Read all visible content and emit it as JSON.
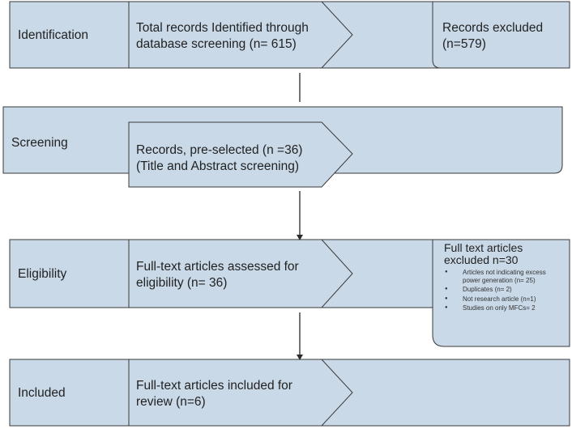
{
  "stages": [
    {
      "label": "Identification",
      "box": "Total records Identified through\ndatabase screening (n= 615)",
      "excluded": "Records excluded\n(n=579)"
    },
    {
      "label": "Screening",
      "box": "Records, pre-selected (n =36)\n(Title and Abstract screening)"
    },
    {
      "label": "Eligibility",
      "box": "Full-text articles assessed for\neligibility (n= 36)",
      "excluded_title": "Full text articles\nexcluded n=30",
      "excluded_items": [
        "Articles not indicating excess power generation (n= 25)",
        "Duplicates (n= 2)",
        "Not research article (n=1)",
        "Studies on only MFCs= 2"
      ]
    },
    {
      "label": "Included",
      "box": "Full-text articles included for\nreview (n=6)"
    }
  ],
  "colors": {
    "fill": "#c9d9e8",
    "stroke": "#3a3a3a",
    "arrow": "#2a2a2a"
  }
}
